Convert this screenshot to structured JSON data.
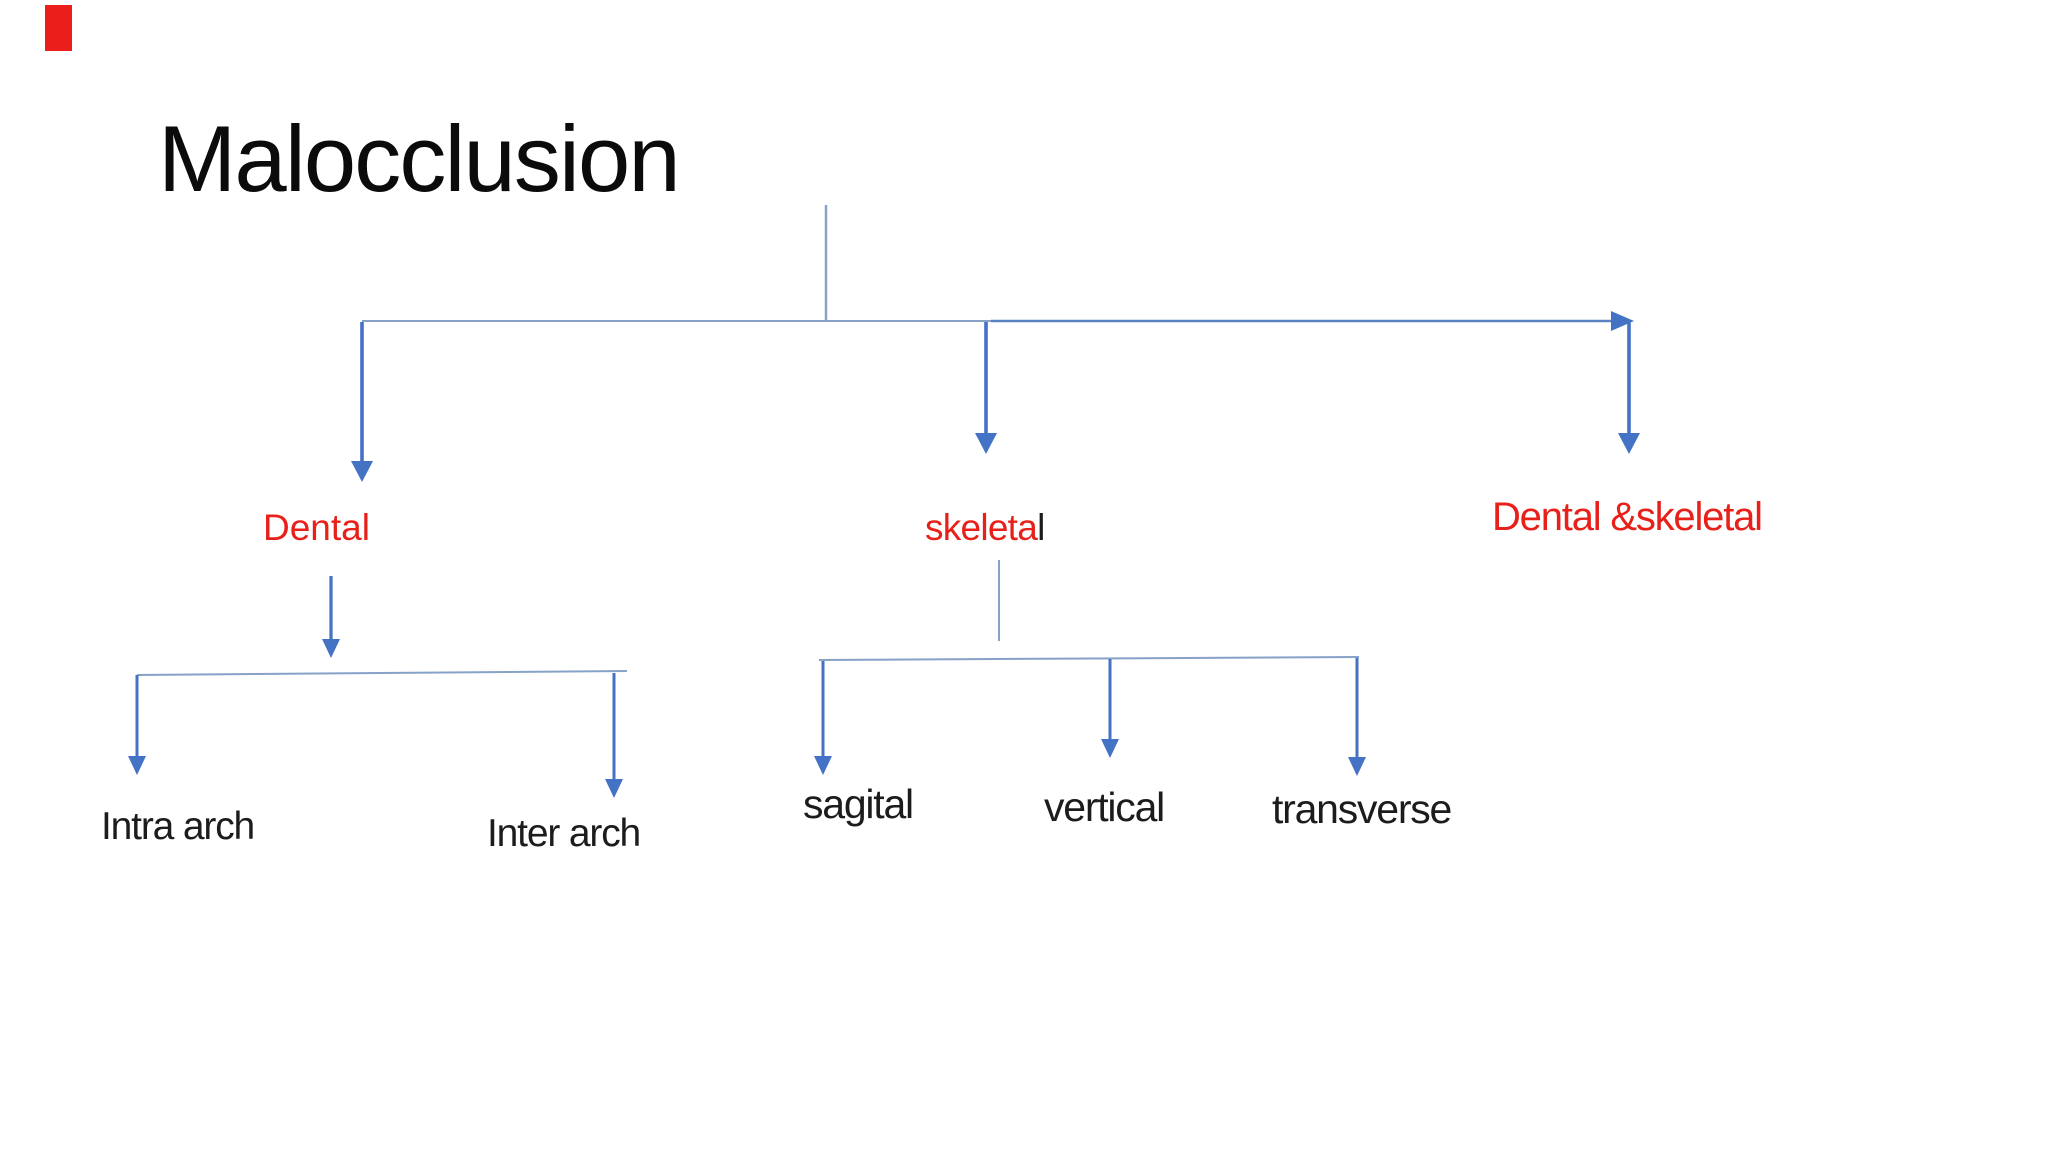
{
  "slide": {
    "title": "Malocclusion"
  },
  "nodes": {
    "dental": "Dental",
    "skeletal_red_part": "skeleta",
    "skeletal_black_part": "l",
    "dental_and_skeletal": "Dental &skeletal",
    "intra_arch": "Intra arch",
    "inter_arch": "Inter arch",
    "sagital": "sagital",
    "vertical": "vertical",
    "transverse": "transverse"
  },
  "colors": {
    "thin_line_blue": "#86a2c7",
    "medium_line_blue": "#5b82c0",
    "arrow_blue": "#4472c4",
    "label_red": "#e8201a",
    "text_black": "#1c1c1c",
    "marker_red": "#ea1f1c"
  }
}
